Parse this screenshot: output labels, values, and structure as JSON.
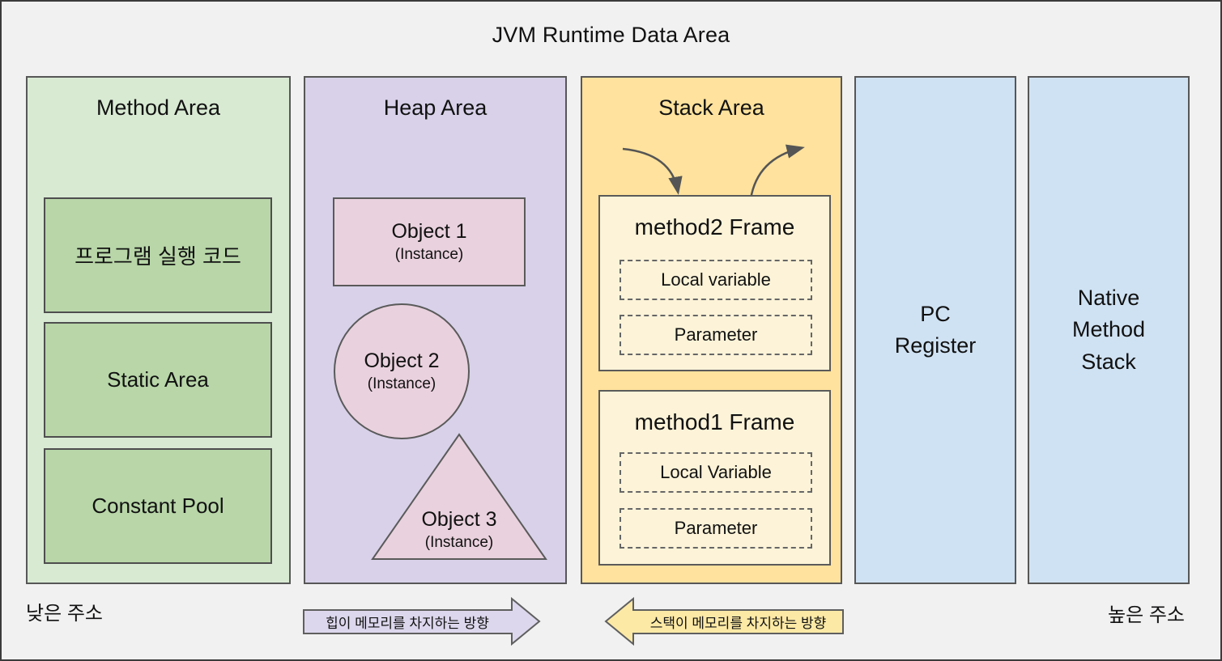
{
  "title": "JVM Runtime Data Area",
  "method_area": {
    "label": "Method Area",
    "boxes": [
      {
        "label": "프로그램 실행 코드"
      },
      {
        "label": "Static Area"
      },
      {
        "label": "Constant Pool"
      }
    ]
  },
  "heap_area": {
    "label": "Heap Area",
    "objects": [
      {
        "shape": "rectangle",
        "name": "Object 1",
        "type": "(Instance)"
      },
      {
        "shape": "circle",
        "name": "Object 2",
        "type": "(Instance)"
      },
      {
        "shape": "triangle",
        "name": "Object 3",
        "type": "(Instance)"
      }
    ]
  },
  "stack_area": {
    "label": "Stack Area",
    "frames": [
      {
        "name": "method2 Frame",
        "slots": [
          "Local variable",
          "Parameter"
        ]
      },
      {
        "name": "method1 Frame",
        "slots": [
          "Local Variable",
          "Parameter"
        ]
      }
    ]
  },
  "pc_register": {
    "lines": [
      "PC",
      "Register"
    ]
  },
  "native_method_stack": {
    "lines": [
      "Native",
      "Method",
      "Stack"
    ]
  },
  "footer": {
    "low_address": "낮은 주소",
    "high_address": "높은 주소"
  },
  "arrows": {
    "heap_direction_label": "힙이 메모리를 차지하는 방향",
    "stack_direction_label": "스택이 메모리를 차지하는 방향"
  },
  "colors": {
    "background": "#f1f1f2",
    "method_area_bg": "#d9ead3",
    "method_box_bg": "#b8d6a8",
    "heap_bg": "#d8d1e9",
    "heap_object_bg": "#e9d1dd",
    "stack_bg": "#ffe29d",
    "frame_bg": "#fcf3d8",
    "register_bg": "#cfe2f3",
    "heap_arrow_bg": "#ddd7ed",
    "stack_arrow_bg": "#fce9a6",
    "outline": "#575757"
  }
}
